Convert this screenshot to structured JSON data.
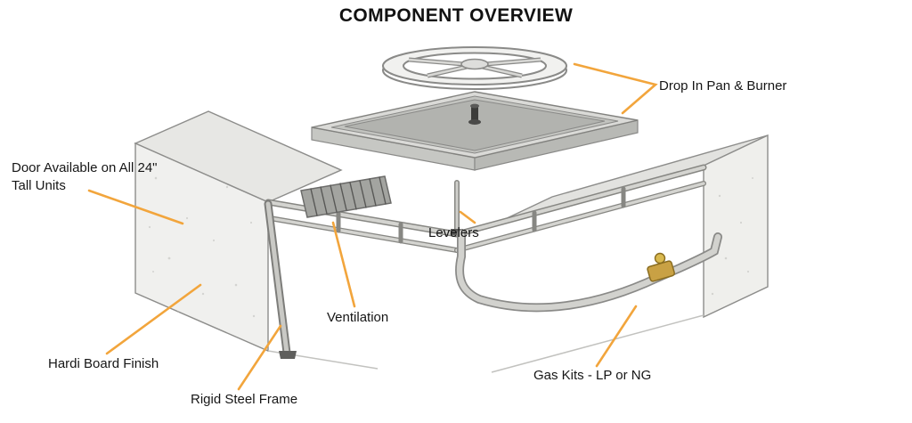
{
  "title": "COMPONENT OVERVIEW",
  "colors": {
    "leader": "#F2A53C",
    "text": "#161616"
  },
  "labels": {
    "drop_in_pan": {
      "text": "Drop In Pan & Burner"
    },
    "door": {
      "text": "Door Available on All 24\" Tall Units"
    },
    "levelers": {
      "text": "Levelers"
    },
    "ventilation": {
      "text": "Ventilation"
    },
    "hardi_board": {
      "text": "Hardi Board Finish"
    },
    "rigid_frame": {
      "text": "Rigid Steel Frame"
    },
    "gas_kits": {
      "text": "Gas Kits - LP or NG"
    }
  },
  "diagram_parts": [
    "burner-ring",
    "drop-in-pan",
    "left-cabinet-panel",
    "vent-grille",
    "steel-frame",
    "levelers-foot",
    "gas-pipe",
    "gas-valve",
    "right-cabinet-panel"
  ]
}
